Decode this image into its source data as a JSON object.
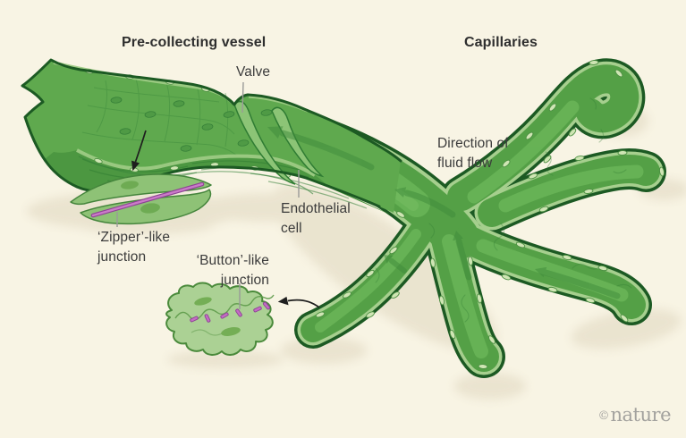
{
  "figure": {
    "title_left": "Pre-collecting vessel",
    "title_right": "Capillaries",
    "annotations": {
      "valve": "Valve",
      "direction_of_fluid_flow": "Direction of fluid flow",
      "endothelial_cell": "Endothelial cell",
      "zipper_junction": "‘Zipper’-like junction",
      "button_junction": "‘Button’-like junction"
    },
    "credit": {
      "symbol": "©",
      "name": "nature"
    },
    "colors": {
      "background": "#f8f4e4",
      "vessel_outline": "#1c5a23",
      "vessel_body": "#54a046",
      "vessel_rim": "#a6cf8e",
      "vessel_interior": "#5fa94e",
      "vessel_core_highlight": "#69b457",
      "outer_wall_band": "#4c9741",
      "flow_arrow_green": "#3f8b3b",
      "junction_magenta": "#c46cc4",
      "junction_magenta_dark": "#8d4394",
      "inset_cell_green": "#8ec276",
      "blob_green": "#abd194",
      "label_text": "#3b3b3b",
      "leader_gray": "#9a9a98",
      "credit_gray": "#a3a29e",
      "shadow": "#e8e1cc"
    }
  }
}
